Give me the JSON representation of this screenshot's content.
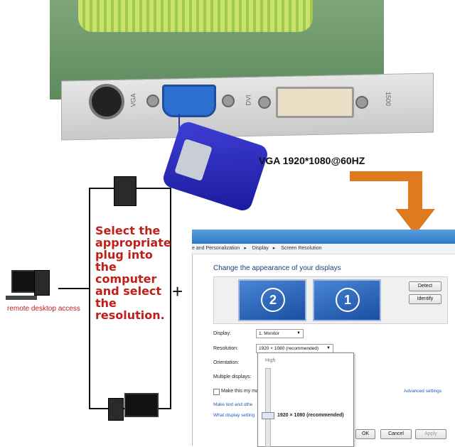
{
  "card": {
    "vga_spec": "VGA 1920*1080@60HZ",
    "port_labels": {
      "vga": "VGA",
      "dvi": "DVI",
      "side": "1500"
    }
  },
  "instruction": "Select the appropriate plug into the computer and select the resolution.",
  "remote_label": "remote desktop access",
  "plus_sign": "+",
  "window": {
    "breadcrumb": [
      "e and Personalization",
      "Display",
      "Screen Resolution"
    ],
    "title": "Change the appearance of your displays",
    "monitors": [
      {
        "number": "2"
      },
      {
        "number": "1"
      }
    ],
    "detect_button": "Detect",
    "identify_button": "Identify",
    "display_label": "Display:",
    "display_value": "1. Monitor",
    "resolution_label": "Resolution:",
    "resolution_value": "1920 × 1080 (recommended)",
    "orientation_label": "Orientation:",
    "multiple_label": "Multiple displays:",
    "make_main_label": "Make this my ma",
    "make_text_link": "Make text and othe",
    "what_settings_link": "What display setting",
    "advanced_link": "Advanced settings",
    "dropdown": {
      "high_label": "High",
      "selected": "1920 × 1080 (recommended)"
    },
    "ok_button": "OK",
    "cancel_button": "Cancel",
    "apply_button": "Apply"
  },
  "colors": {
    "instruction": "#c0201a",
    "arrow": "#e07a20",
    "plug": "#2a2ab8",
    "link": "#1a5fb4"
  }
}
